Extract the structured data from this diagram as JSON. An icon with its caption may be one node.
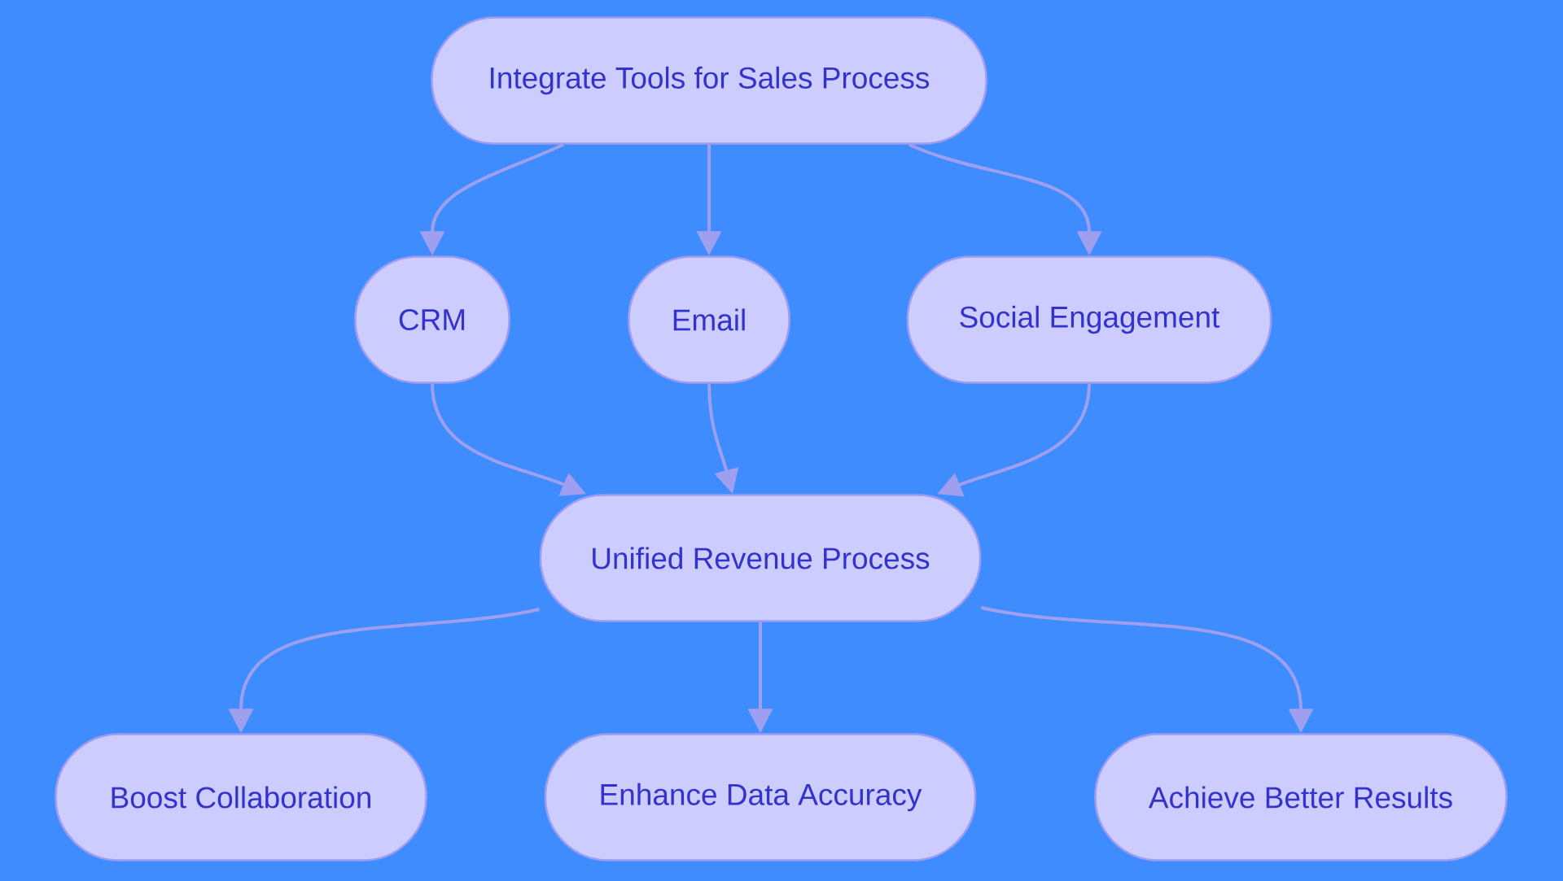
{
  "diagram": {
    "nodes": [
      {
        "text": [
          "Integrate Tools for Sales Process"
        ]
      },
      {
        "text": [
          "CRM"
        ]
      },
      {
        "text": [
          "Email"
        ]
      },
      {
        "text": [
          "Social Engagement"
        ]
      },
      {
        "text": [
          "Unified Revenue Process"
        ]
      },
      {
        "text": [
          "Boost Collaboration"
        ]
      },
      {
        "text": [
          "Enhance Data Accuracy"
        ]
      },
      {
        "text": [
          "Achieve Better Results"
        ]
      }
    ],
    "edges": [
      {
        "from": 0,
        "to": 1,
        "arrow": "to"
      },
      {
        "from": 0,
        "to": 2,
        "arrow": "to"
      },
      {
        "from": 0,
        "to": 3,
        "arrow": "to"
      },
      {
        "from": 1,
        "to": 4,
        "arrow": "to"
      },
      {
        "from": 2,
        "to": 4,
        "arrow": "to"
      },
      {
        "from": 3,
        "to": 4,
        "arrow": "to"
      },
      {
        "from": 4,
        "to": 5,
        "arrow": "to"
      },
      {
        "from": 4,
        "to": 6,
        "arrow": "to"
      },
      {
        "from": 4,
        "to": 7,
        "arrow": "to"
      }
    ]
  }
}
